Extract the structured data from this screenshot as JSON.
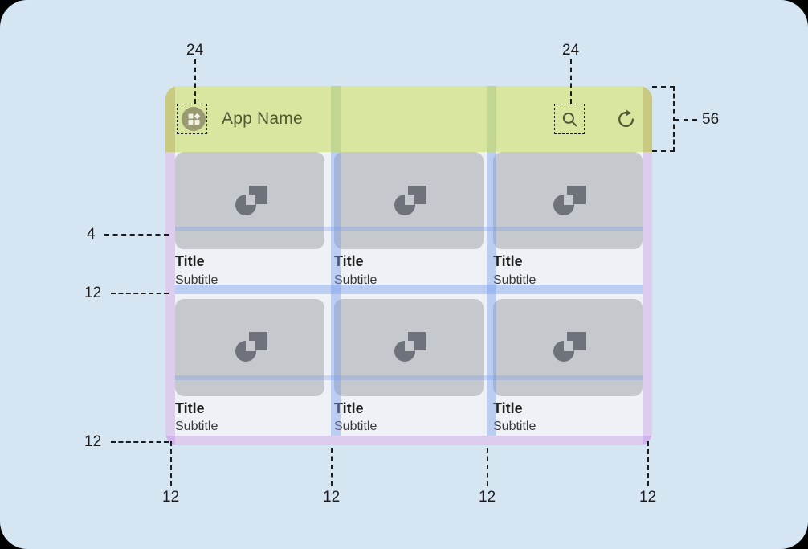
{
  "canvas": {
    "background": "#d6e5f2"
  },
  "mock": {
    "background": "#eef1f6",
    "appbar": {
      "background": "#d8e6a0",
      "title": "App Name",
      "title_color": "#4d5a34",
      "leading_icon": "app-grid-avatar-icon",
      "actions": [
        {
          "name": "search-icon",
          "label": "Search"
        },
        {
          "name": "refresh-icon",
          "label": "Refresh"
        }
      ]
    },
    "grid": {
      "columns": 3,
      "rows": 2,
      "cards": [
        {
          "title": "Title",
          "subtitle": "Subtitle",
          "image": "image-placeholder-icon"
        },
        {
          "title": "Title",
          "subtitle": "Subtitle",
          "image": "image-placeholder-icon"
        },
        {
          "title": "Title",
          "subtitle": "Subtitle",
          "image": "image-placeholder-icon"
        },
        {
          "title": "Title",
          "subtitle": "Subtitle",
          "image": "image-placeholder-icon"
        },
        {
          "title": "Title",
          "subtitle": "Subtitle",
          "image": "image-placeholder-icon"
        },
        {
          "title": "Title",
          "subtitle": "Subtitle",
          "image": "image-placeholder-icon"
        }
      ]
    }
  },
  "annotations": {
    "icon_size_left": "24",
    "icon_size_right": "24",
    "appbar_height": "56",
    "image_to_title_gap": "4",
    "text_bottom_gap": "12",
    "row_gap": "12",
    "grid_bottom_padding": "12",
    "bottom_left_padding": "12",
    "bottom_column_gap_1": "12",
    "bottom_column_gap_2": "12",
    "bottom_right_padding": "12"
  }
}
